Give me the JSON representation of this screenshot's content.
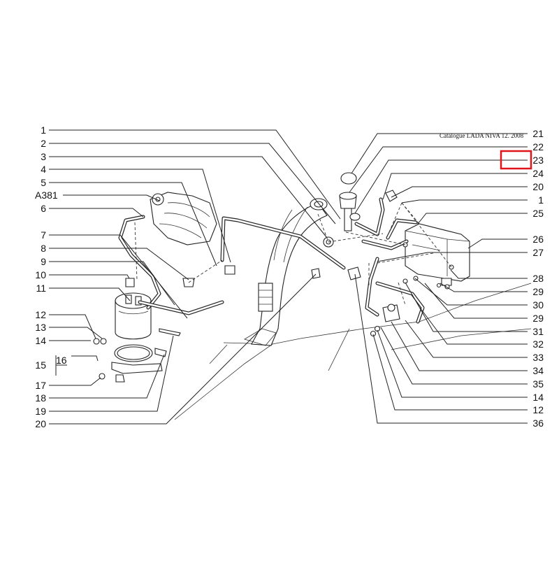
{
  "catalogue_caption": "Catalogue LADA NIVA 12. 2008",
  "highlight_color": "#e0141b",
  "highlighted_label": "23",
  "left_labels": [
    "1",
    "2",
    "3",
    "4",
    "5",
    "A381",
    "6",
    "7",
    "8",
    "9",
    "10",
    "11",
    "12",
    "13",
    "14",
    "15",
    "16",
    "17",
    "18",
    "19",
    "20"
  ],
  "right_labels": [
    "21",
    "22",
    "23",
    "24",
    "20",
    "1",
    "25",
    "26",
    "27",
    "28",
    "29",
    "30",
    "29",
    "31",
    "32",
    "33",
    "34",
    "35",
    "14",
    "12",
    "36"
  ]
}
